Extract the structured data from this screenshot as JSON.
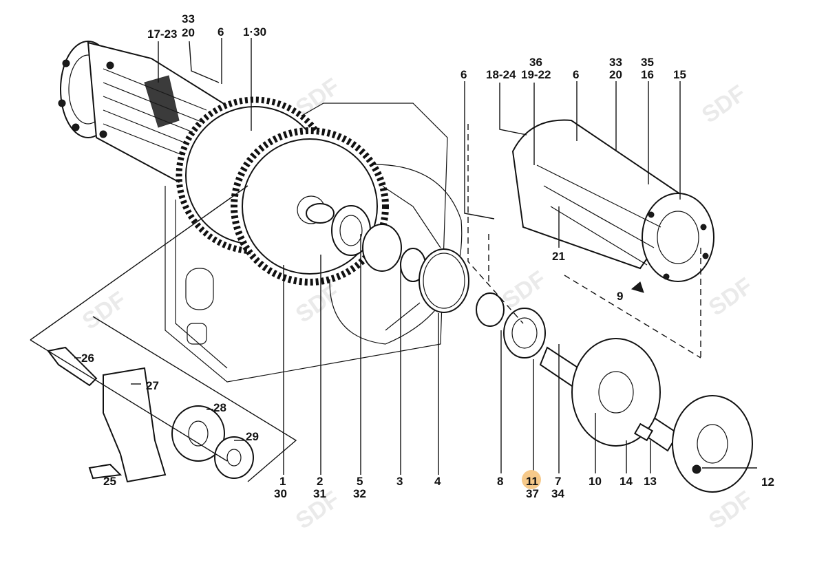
{
  "diagram": {
    "watermark_text": "SDF",
    "highlight_color": "#f6c98a",
    "callouts": [
      {
        "id": "c-1-30-top",
        "text": "1·30"
      },
      {
        "id": "c-17-23",
        "text": "17-23"
      },
      {
        "id": "c-33-top-left",
        "text": "33"
      },
      {
        "id": "c-20-top-left",
        "text": "20"
      },
      {
        "id": "c-6-top-left",
        "text": "6"
      },
      {
        "id": "c-6-right-a",
        "text": "6"
      },
      {
        "id": "c-18-24",
        "text": "18-24"
      },
      {
        "id": "c-36",
        "text": "36"
      },
      {
        "id": "c-19-22",
        "text": "19-22"
      },
      {
        "id": "c-6-right-b",
        "text": "6"
      },
      {
        "id": "c-33-right",
        "text": "33"
      },
      {
        "id": "c-20-right",
        "text": "20"
      },
      {
        "id": "c-35",
        "text": "35"
      },
      {
        "id": "c-16",
        "text": "16"
      },
      {
        "id": "c-15",
        "text": "15"
      },
      {
        "id": "c-21",
        "text": "21"
      },
      {
        "id": "c-9",
        "text": "9"
      },
      {
        "id": "c-26",
        "text": "26"
      },
      {
        "id": "c-27",
        "text": "27"
      },
      {
        "id": "c-28",
        "text": "28"
      },
      {
        "id": "c-29",
        "text": "29"
      },
      {
        "id": "c-25",
        "text": "25"
      },
      {
        "id": "c-1",
        "text": "1"
      },
      {
        "id": "c-30",
        "text": "30"
      },
      {
        "id": "c-2",
        "text": "2"
      },
      {
        "id": "c-31",
        "text": "31"
      },
      {
        "id": "c-5",
        "text": "5"
      },
      {
        "id": "c-32",
        "text": "32"
      },
      {
        "id": "c-3",
        "text": "3"
      },
      {
        "id": "c-4",
        "text": "4"
      },
      {
        "id": "c-8",
        "text": "8"
      },
      {
        "id": "c-11",
        "text": "11"
      },
      {
        "id": "c-37",
        "text": "37"
      },
      {
        "id": "c-7",
        "text": "7"
      },
      {
        "id": "c-34",
        "text": "34"
      },
      {
        "id": "c-10",
        "text": "10"
      },
      {
        "id": "c-14",
        "text": "14"
      },
      {
        "id": "c-13",
        "text": "13"
      },
      {
        "id": "c-12",
        "text": "12"
      }
    ]
  }
}
